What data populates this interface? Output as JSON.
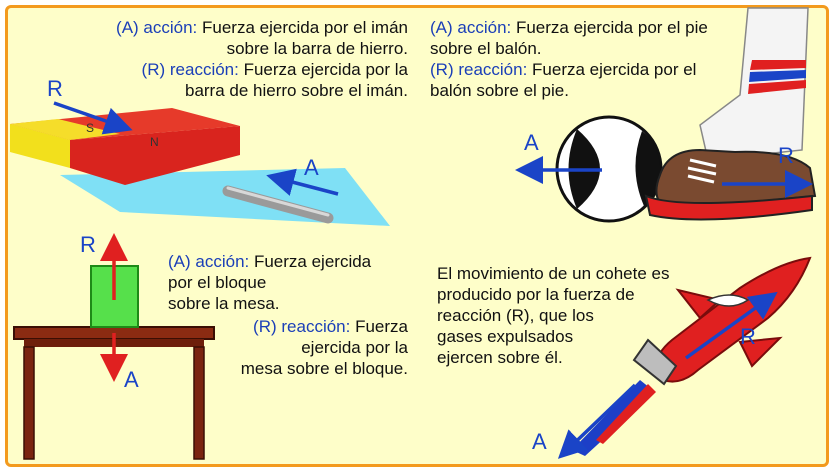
{
  "magnet": {
    "line1_key": "(A) acción:",
    "line1_rest": " Fuerza ejercida por el imán",
    "line2": "sobre la barra de hierro.",
    "line3_key": "(R) reacción:",
    "line3_rest": " Fuerza ejercida por la",
    "line4": "barra de hierro sobre el imán.",
    "label_r": "R",
    "label_a": "A",
    "pole_s": "S",
    "pole_n": "N"
  },
  "foot": {
    "line1_key": "(A) acción:",
    "line1_rest": " Fuerza ejercida por el pie",
    "line2": "sobre el balón.",
    "line3_key": "(R) reacción:",
    "line3_rest": " Fuerza ejercida por el",
    "line4": "balón sobre el pie.",
    "label_a": "A",
    "label_r": "R"
  },
  "block": {
    "line1_key": "(A) acción:",
    "line1_rest": " Fuerza ejercida",
    "line2": "por el bloque",
    "line3": "sobre la mesa.",
    "line4_key": "(R) reacción:",
    "line4_rest": " Fuerza",
    "line5": "ejercida por la",
    "line6": "mesa sobre el bloque.",
    "label_r": "R",
    "label_a": "A"
  },
  "rocket": {
    "line1": "El movimiento de un cohete es",
    "line2": "producido por la fuerza de",
    "line3": "reacción (R), que los",
    "line4": "gases expulsados",
    "line5": "ejercen sobre él.",
    "label_r": "R",
    "label_a": "A"
  },
  "colors": {
    "border": "#f39a1e",
    "background": "#fefec9",
    "arrow_blue": "#1a44c7",
    "arrow_red": "#e02020",
    "key_text": "#1b3fb8"
  }
}
